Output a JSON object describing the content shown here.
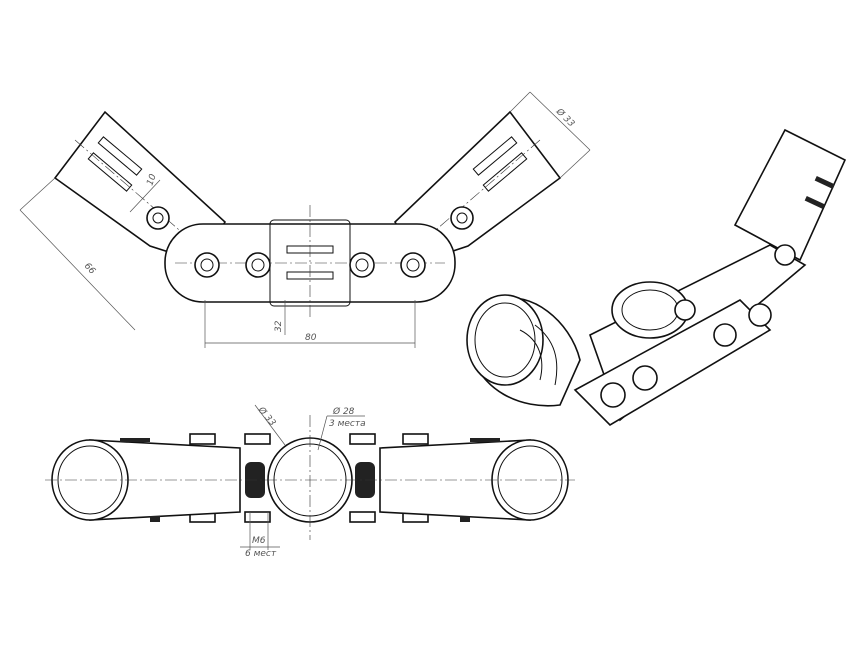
{
  "title": "Pipe clamp connector assembly drawing",
  "dimensions": {
    "top_tube_dia": "Ø 33",
    "bolt_offset": "10",
    "arm_length": "66",
    "height": "32",
    "width": "80",
    "front_tube_dia": "Ø 33",
    "inner_dia": "Ø 28",
    "inner_dia_count": "3 места",
    "bolt_size": "M6",
    "bolt_count": "6 мест"
  },
  "colors": {
    "line": "#111111",
    "dimension": "#555555",
    "background": "#ffffff"
  }
}
